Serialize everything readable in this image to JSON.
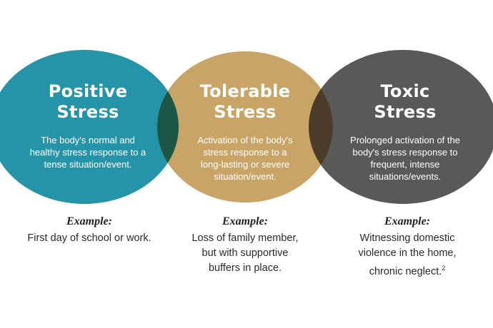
{
  "colors": {
    "positive": "#2593a8",
    "tolerable": "#c8a466",
    "toxic": "#595959",
    "overlap_left": "#1e5646",
    "overlap_right": "#4a3c28"
  },
  "circles": [
    {
      "title_line1": "Positive",
      "title_line2": "Stress",
      "desc_lines": [
        "The body's normal and",
        "healthy stress response to a",
        "tense situation/event."
      ],
      "example_label": "Example:",
      "example_lines": [
        "First day of school or work."
      ]
    },
    {
      "title_line1": "Tolerable",
      "title_line2": "Stress",
      "desc_lines": [
        "Activation of the body's",
        "stress response to a",
        "long-lasting or severe",
        "situation/event."
      ],
      "example_label": "Example:",
      "example_lines": [
        "Loss of family member,",
        "but with supportive",
        "buffers in place."
      ]
    },
    {
      "title_line1": "Toxic",
      "title_line2": "Stress",
      "desc_lines": [
        "Prolonged activation of the",
        "body's stress response to",
        "frequent, intense",
        "situations/events."
      ],
      "example_label": "Example:",
      "example_lines": [
        "Witnessing domestic",
        "violence in the home,",
        "chronic neglect."
      ],
      "example_footnote": "2"
    }
  ]
}
